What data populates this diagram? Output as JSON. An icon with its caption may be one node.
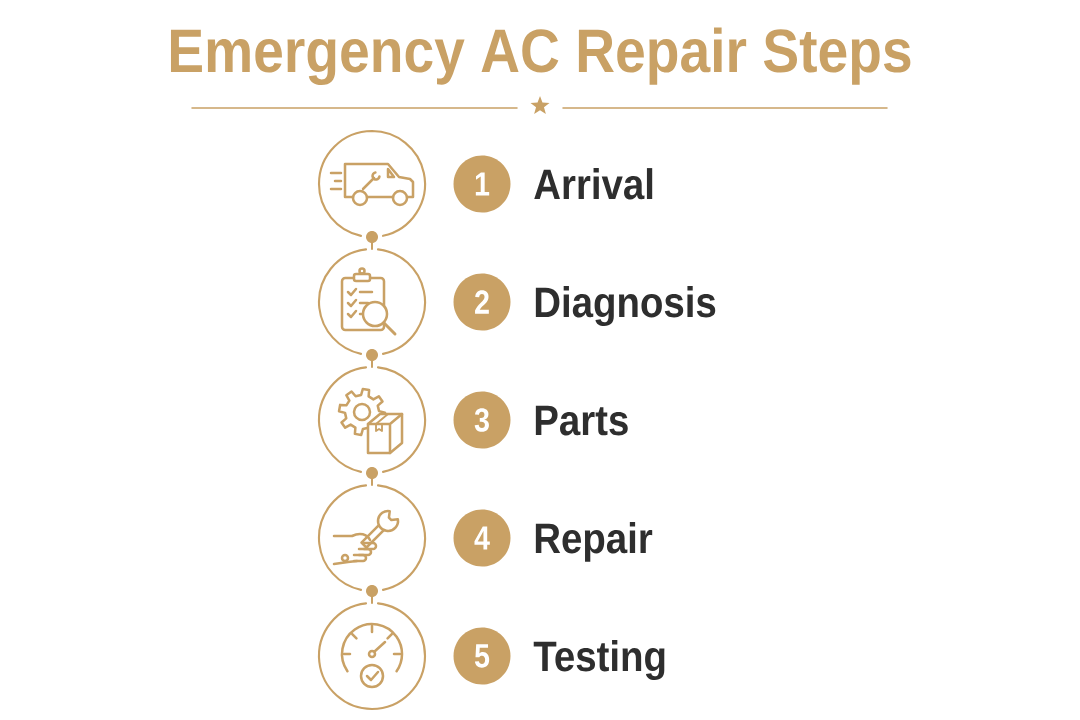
{
  "diagram": {
    "title": "Emergency AC Repair Steps",
    "nodes": [
      {
        "text": [],
        "shape": "circle"
      },
      {
        "text": [
          "1"
        ],
        "beside": [
          "Arrival"
        ]
      },
      {
        "text": [],
        "shape": "circle"
      },
      {
        "text": [
          "2"
        ],
        "beside": [
          "Diagnosis"
        ]
      },
      {
        "text": [],
        "shape": "circle"
      },
      {
        "text": [
          "3"
        ],
        "beside": [
          "Parts"
        ]
      },
      {
        "text": [],
        "shape": "circle"
      },
      {
        "text": [
          "4"
        ],
        "beside": [
          "Repair"
        ]
      },
      {
        "text": [],
        "shape": "circle"
      },
      {
        "text": [
          "5"
        ],
        "beside": [
          "Testing"
        ]
      }
    ],
    "edges": [
      {
        "from": 0,
        "to": 2,
        "arrow": "none"
      },
      {
        "from": 2,
        "to": 4,
        "arrow": "none"
      },
      {
        "from": 4,
        "to": 6,
        "arrow": "none"
      },
      {
        "from": 6,
        "to": 8,
        "arrow": "none"
      }
    ]
  }
}
